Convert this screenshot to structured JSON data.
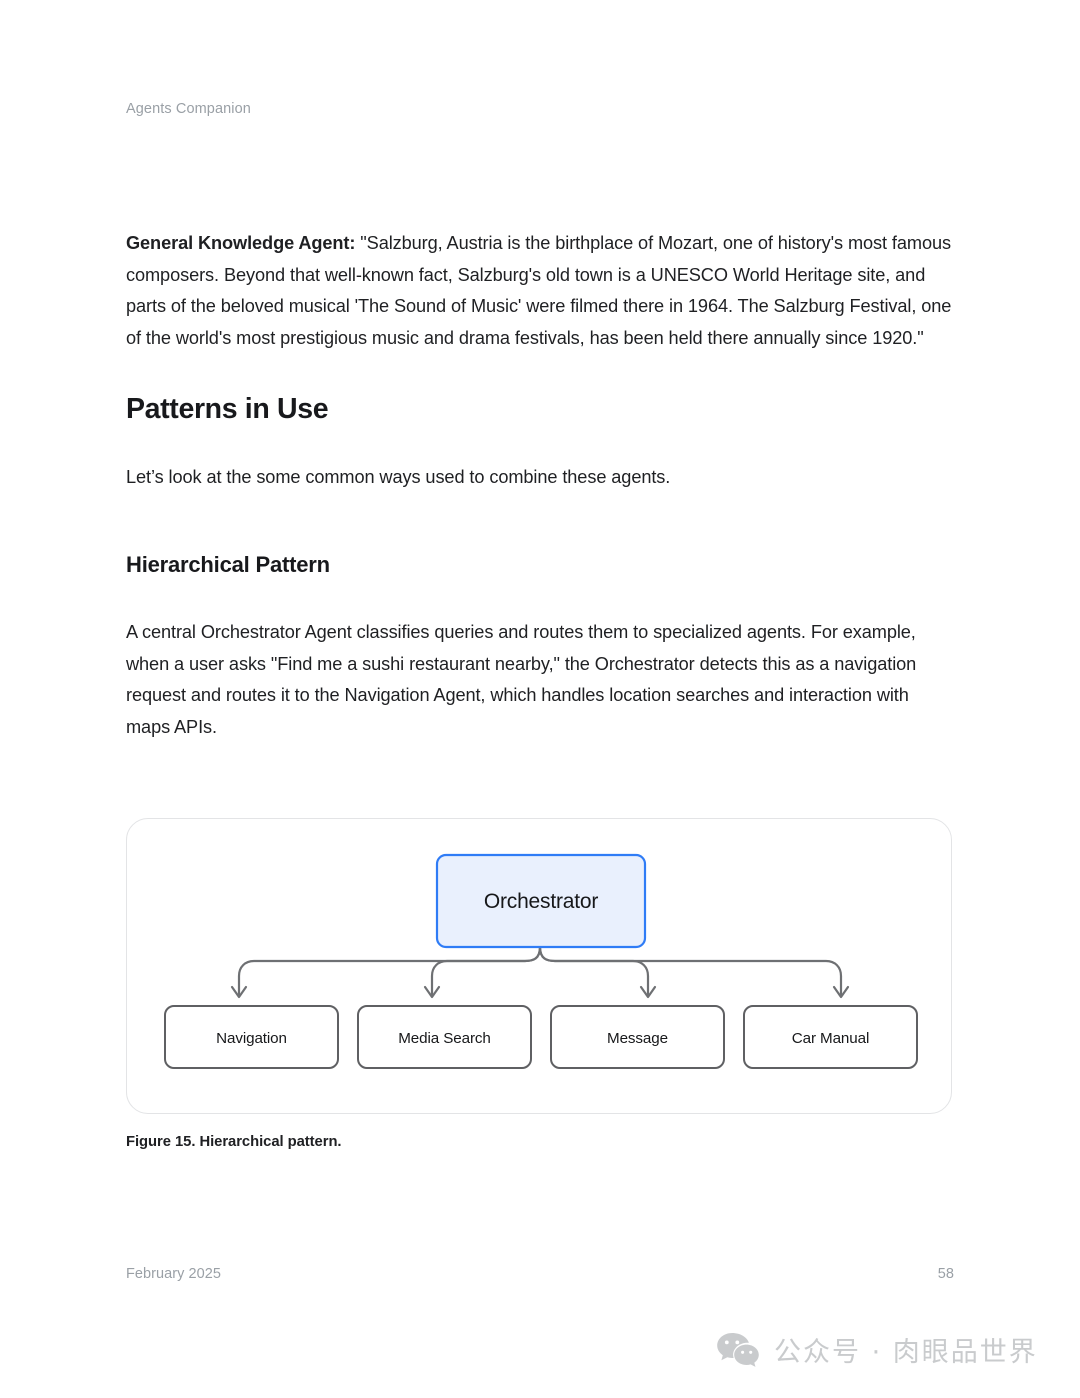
{
  "header": {
    "running_title": "Agents Companion"
  },
  "content": {
    "quote_block": {
      "speaker_label": "General Knowledge Agent:",
      "quote_text": " \"Salzburg, Austria is the birthplace of Mozart, one of history's most famous composers. Beyond that well-known fact, Salzburg's old town is a UNESCO World Heritage site, and parts of the beloved musical 'The Sound of Music' were filmed there in 1964. The Salzburg Festival, one of the world's most prestigious music and drama festivals, has been held there annually since 1920.\""
    },
    "section_heading": "Patterns in Use",
    "section_intro": "Let’s look at the some common ways used to combine these agents.",
    "subsection_heading": "Hierarchical Pattern",
    "subsection_body": "A central Orchestrator Agent classifies queries and routes them to specialized agents. For example, when a user asks \"Find me a sushi restaurant nearby,\" the Orchestrator detects this as a navigation request and routes it to the Navigation Agent, which handles location searches and interaction with maps APIs."
  },
  "figure": {
    "caption": "Figure 15. Hierarchical pattern.",
    "diagram": {
      "root": {
        "label": "Orchestrator",
        "fill": "#e9f0fd",
        "stroke": "#2f7cf6"
      },
      "children": [
        {
          "label": "Navigation"
        },
        {
          "label": "Media Search"
        },
        {
          "label": "Message"
        },
        {
          "label": "Car Manual"
        }
      ],
      "child_fill": "#ffffff",
      "child_stroke": "#5f6063",
      "connector_color": "#6e7073"
    }
  },
  "footer": {
    "date": "February 2025",
    "page_number": "58"
  },
  "watermark": {
    "icon": "wechat-icon",
    "text": "公众号 · 肉眼品世界",
    "color": "#c9cbcd"
  }
}
